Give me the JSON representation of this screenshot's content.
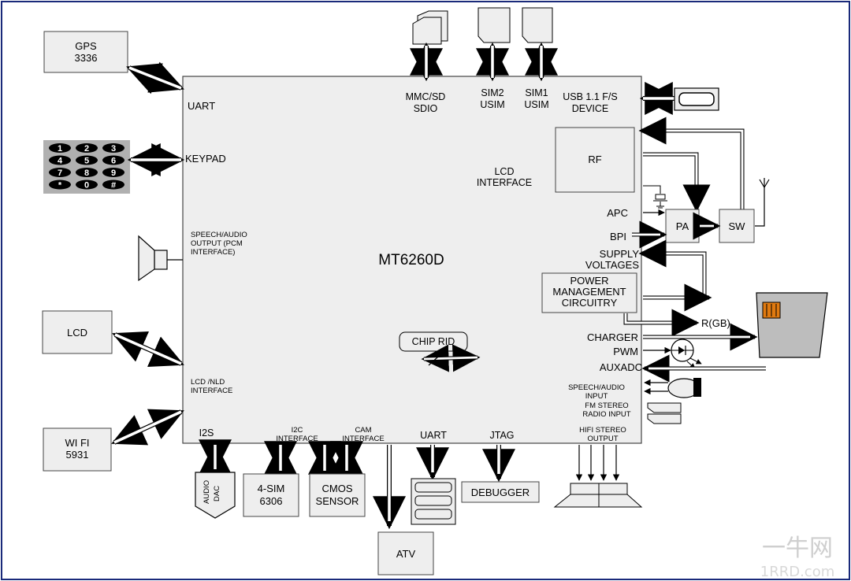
{
  "chip": {
    "name": "MT6260D"
  },
  "blocks": {
    "gps": {
      "line1": "GPS",
      "line2": "3336"
    },
    "lcd": {
      "label": "LCD"
    },
    "wifi": {
      "line1": "WI FI",
      "line2": "5931"
    },
    "rf": {
      "label": "RF"
    },
    "pa": {
      "label": "PA"
    },
    "sw": {
      "label": "SW"
    },
    "pmu": {
      "line1": "POWER",
      "line2": "MANAGEMENT",
      "line3": "CIRCUITRY"
    },
    "chip_rid": {
      "label": "CHIP RID"
    },
    "audio_dac": {
      "line1": "AUDIO",
      "line2": "DAC"
    },
    "sim4": {
      "line1": "4-SIM",
      "line2": "6306"
    },
    "cmos": {
      "line1": "CMOS",
      "line2": "SENSOR"
    },
    "debugger": {
      "label": "DEBUGGER"
    },
    "atv": {
      "label": "ATV"
    }
  },
  "keypad": {
    "keys": [
      "1",
      "2",
      "3",
      "4",
      "5",
      "6",
      "7",
      "8",
      "9",
      "*",
      "0",
      "#"
    ]
  },
  "ports": {
    "uart_left": "UART",
    "keypad": "KEYPAD",
    "speech_out_1": "SPEECH/AUDIO",
    "speech_out_2": "OUTPUT (PCM",
    "speech_out_3": "INTERFACE)",
    "lcd_if_1": "LCD /NLD",
    "lcd_if_2": "INTERFACE",
    "mmc_1": "MMC/SD",
    "mmc_2": "SDIO",
    "sim2_1": "SIM2",
    "sim2_2": "USIM",
    "sim1_1": "SIM1",
    "sim1_2": "USIM",
    "usb_1": "USB 1.1 F/S",
    "usb_2": "DEVICE",
    "lcd_int_1": "LCD",
    "lcd_int_2": "INTERFACE",
    "apc": "APC",
    "bpi": "BPI",
    "supply_1": "SUPPLY",
    "supply_2": "VOLTAGES",
    "rgb": "R(GB)",
    "charger": "CHARGER",
    "pwm": "PWM",
    "auxadc": "AUXADC",
    "speech_in_1": "SPEECH/AUDIO",
    "speech_in_2": "INPUT",
    "fm_1": "FM STEREO",
    "fm_2": "RADIO INPUT",
    "i2s": "I2S",
    "i2c_1": "I2C",
    "i2c_2": "INTERFACE",
    "cam_1": "CAM",
    "cam_2": "INTERFACE",
    "uart_bottom": "UART",
    "jtag": "JTAG",
    "hifi_1": "HIFI STEREO",
    "hifi_2": "OUTPUT"
  },
  "watermark": {
    "line1": "一牛网",
    "line2": "1RRD.com"
  },
  "colors": {
    "chip_fill": "#eeeeee",
    "block_fill": "#eeeeee",
    "border": "#1a2a7a",
    "battery_fill": "#bdbdbd",
    "battery_cell": "#e07a10",
    "keypad_bg": "#b0b0b0"
  }
}
